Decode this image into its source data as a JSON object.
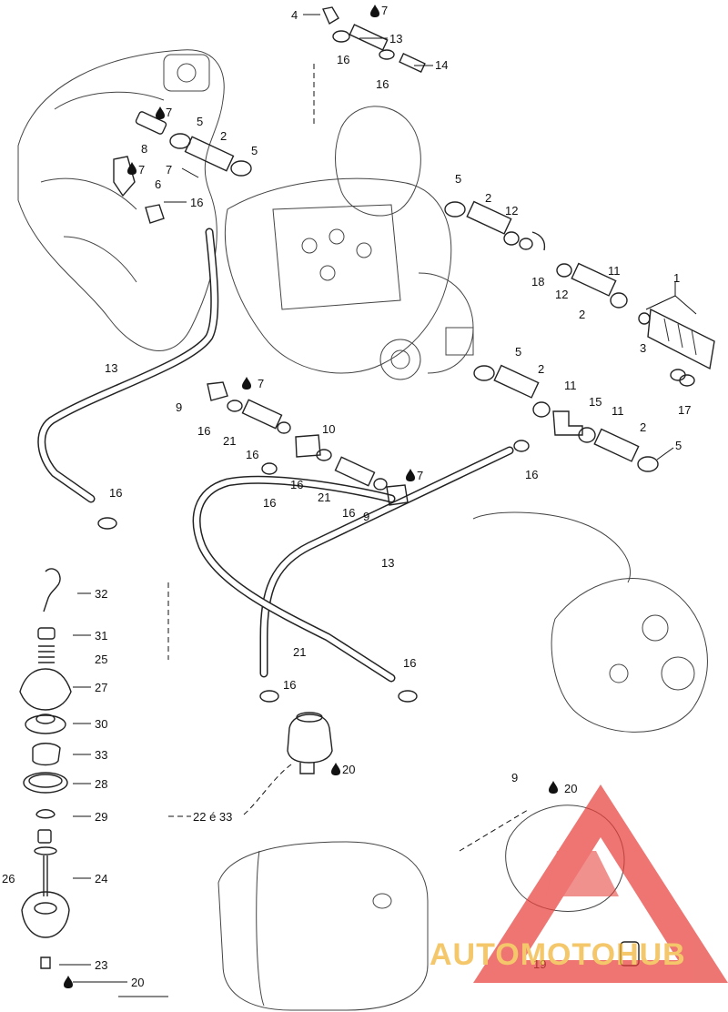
{
  "callouts": [
    {
      "id": "c-4",
      "text": "4"
    },
    {
      "id": "c-7a",
      "text": "7"
    },
    {
      "id": "c-13a",
      "text": "13"
    },
    {
      "id": "c-16a",
      "text": "16"
    },
    {
      "id": "c-14",
      "text": "14"
    },
    {
      "id": "c-16b",
      "text": "16"
    },
    {
      "id": "c-7b",
      "text": "7"
    },
    {
      "id": "c-5a",
      "text": "5"
    },
    {
      "id": "c-8",
      "text": "8"
    },
    {
      "id": "c-2a",
      "text": "2"
    },
    {
      "id": "c-5b",
      "text": "5"
    },
    {
      "id": "c-7c",
      "text": "7"
    },
    {
      "id": "c-7d",
      "text": "7"
    },
    {
      "id": "c-6",
      "text": "6"
    },
    {
      "id": "c-16c",
      "text": "16"
    },
    {
      "id": "c-5c",
      "text": "5"
    },
    {
      "id": "c-2b",
      "text": "2"
    },
    {
      "id": "c-12a",
      "text": "12"
    },
    {
      "id": "c-18",
      "text": "18"
    },
    {
      "id": "c-12b",
      "text": "12"
    },
    {
      "id": "c-11a",
      "text": "11"
    },
    {
      "id": "c-1",
      "text": "1"
    },
    {
      "id": "c-2c",
      "text": "2"
    },
    {
      "id": "c-3",
      "text": "3"
    },
    {
      "id": "c-17",
      "text": "17"
    },
    {
      "id": "c-13b",
      "text": "13"
    },
    {
      "id": "c-5d",
      "text": "5"
    },
    {
      "id": "c-2d",
      "text": "2"
    },
    {
      "id": "c-11b",
      "text": "11"
    },
    {
      "id": "c-15",
      "text": "15"
    },
    {
      "id": "c-11c",
      "text": "11"
    },
    {
      "id": "c-2e",
      "text": "2"
    },
    {
      "id": "c-5e",
      "text": "5"
    },
    {
      "id": "c-16d",
      "text": "16"
    },
    {
      "id": "c-9a",
      "text": "9"
    },
    {
      "id": "c-7e",
      "text": "7"
    },
    {
      "id": "c-16e",
      "text": "16"
    },
    {
      "id": "c-21a",
      "text": "21"
    },
    {
      "id": "c-10",
      "text": "10"
    },
    {
      "id": "c-16f",
      "text": "16"
    },
    {
      "id": "c-16g",
      "text": "16"
    },
    {
      "id": "c-16h",
      "text": "16"
    },
    {
      "id": "c-21b",
      "text": "21"
    },
    {
      "id": "c-7f",
      "text": "7"
    },
    {
      "id": "c-16i",
      "text": "16"
    },
    {
      "id": "c-9b",
      "text": "9"
    },
    {
      "id": "c-16j",
      "text": "16"
    },
    {
      "id": "c-13c",
      "text": "13"
    },
    {
      "id": "c-32",
      "text": "32"
    },
    {
      "id": "c-31",
      "text": "31"
    },
    {
      "id": "c-25",
      "text": "25"
    },
    {
      "id": "c-27",
      "text": "27"
    },
    {
      "id": "c-30",
      "text": "30"
    },
    {
      "id": "c-33",
      "text": "33"
    },
    {
      "id": "c-28",
      "text": "28"
    },
    {
      "id": "c-29",
      "text": "29"
    },
    {
      "id": "c-26",
      "text": "26"
    },
    {
      "id": "c-24",
      "text": "24"
    },
    {
      "id": "c-23",
      "text": "23"
    },
    {
      "id": "c-20a",
      "text": "20"
    },
    {
      "id": "c-21c",
      "text": "21"
    },
    {
      "id": "c-16k",
      "text": "16"
    },
    {
      "id": "c-16l",
      "text": "16"
    },
    {
      "id": "c-20b",
      "text": "20"
    },
    {
      "id": "c-22",
      "text": "22 é 33"
    },
    {
      "id": "c-9c",
      "text": "9"
    },
    {
      "id": "c-20c",
      "text": "20"
    },
    {
      "id": "c-19",
      "text": "19"
    }
  ],
  "watermark": {
    "text": "AUTOMOTOHUB",
    "triangle_color": "#e8413c",
    "text_color": "#f2b233"
  },
  "colors": {
    "line": "#111111",
    "background": "#ffffff"
  },
  "icons": {
    "drop": "oil-drop-icon"
  }
}
